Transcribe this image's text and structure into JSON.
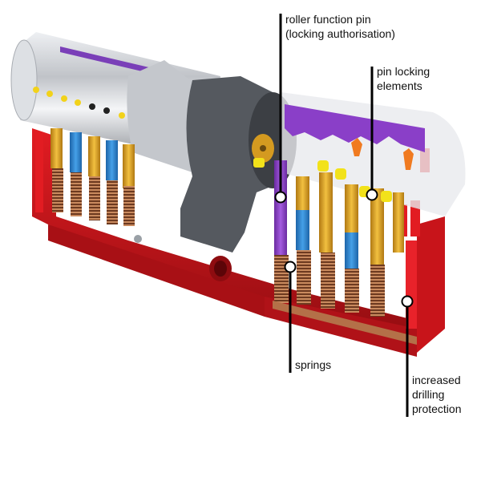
{
  "diagram": {
    "subject": "Cutaway of a euro profile lock cylinder",
    "colors": {
      "housing_red": "#c8141a",
      "housing_dark_red": "#8e0c10",
      "chrome": "#c9cbd0",
      "plug_dark_grey": "#55595f",
      "brass_pin": "#e0a21e",
      "blue_pin": "#2f86d0",
      "purple_pin": "#8a3fc8",
      "orange_element": "#f07a20",
      "yellow_roller": "#f2e21a",
      "spring_copper": "#a8673f",
      "leader_line": "#000000",
      "marker_fill": "#ffffff"
    },
    "callouts": [
      {
        "id": "roller-function-pin",
        "text": "roller function pin\n(locking authorisation)",
        "marker": [
          350,
          246
        ],
        "line_top": [
          350,
          17
        ]
      },
      {
        "id": "pin-locking-elements",
        "text": "pin locking\nelements",
        "marker": [
          464,
          243
        ],
        "line_top": [
          464,
          83
        ]
      },
      {
        "id": "springs",
        "text": "springs",
        "marker": [
          362,
          333
        ],
        "line_bottom": [
          362,
          465
        ]
      },
      {
        "id": "increased-drilling-protection",
        "text": "increased\ndrilling\nprotection",
        "marker": [
          508,
          376
        ],
        "line_bottom": [
          508,
          520
        ]
      }
    ]
  }
}
